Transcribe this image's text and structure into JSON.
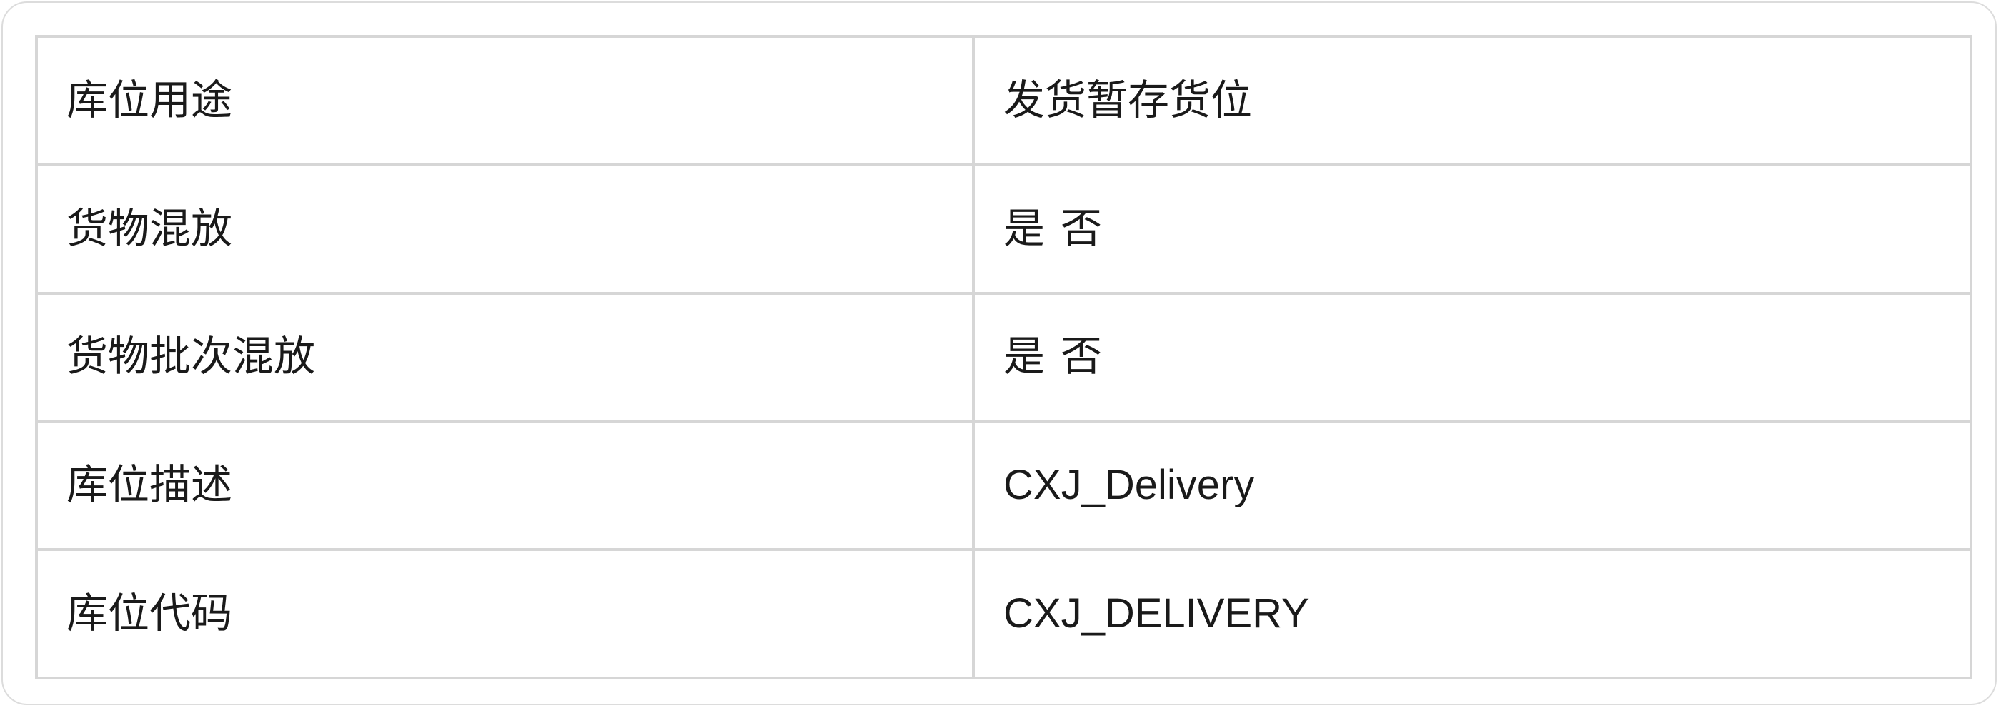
{
  "table": {
    "rows": [
      {
        "key": "库位用途",
        "value": "发货暂存货位"
      },
      {
        "key": "货物混放",
        "options": [
          "是",
          "否"
        ]
      },
      {
        "key": "货物批次混放",
        "options": [
          "是",
          "否"
        ]
      },
      {
        "key": "库位描述",
        "value": "CXJ_Delivery"
      },
      {
        "key": "库位代码",
        "value": "CXJ_DELIVERY"
      }
    ]
  },
  "colors": {
    "border": "#d6d6d6",
    "text": "#1a1a1a",
    "background": "#ffffff"
  }
}
